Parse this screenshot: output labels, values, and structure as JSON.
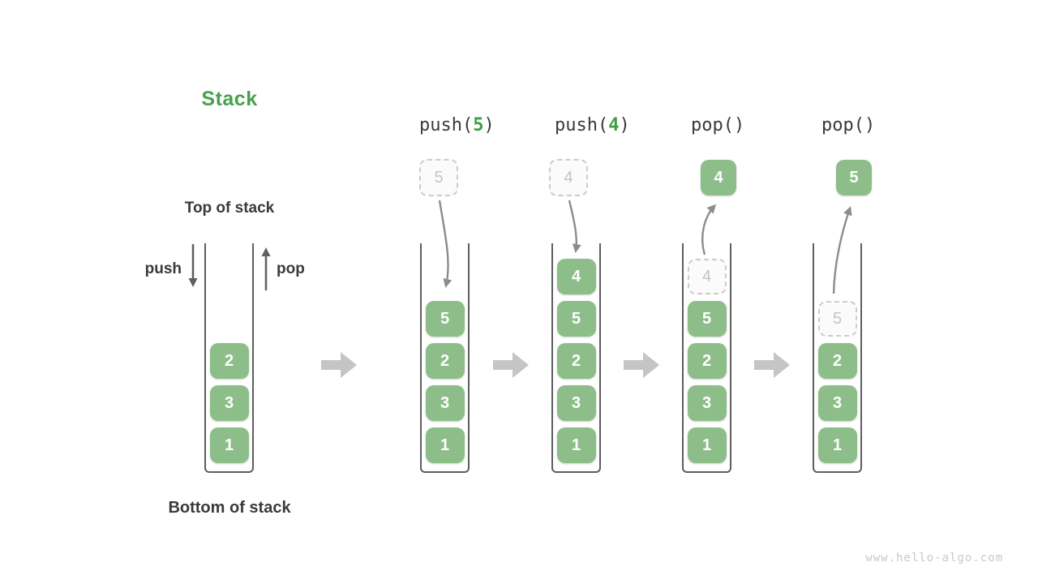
{
  "page": {
    "background": "#ffffff",
    "watermark": "www.hello-algo.com"
  },
  "colors": {
    "accent_green": "#46a24a",
    "box_green": "#8dbe89",
    "box_text": "#ffffff",
    "ghost_border": "#cccccc",
    "ghost_text": "#c4c4c4",
    "label_dark": "#3a3a3a",
    "curve_arrow_gray": "#8c8c8c",
    "block_arrow_gray": "#c5c5c5",
    "container_wall": "#5e5e5e",
    "watermark_gray": "#c9c9c9"
  },
  "diagram": {
    "title": "Stack",
    "top_label": "Top of stack",
    "bottom_label": "Bottom of stack",
    "push_label": "push",
    "pop_label": "pop",
    "operations": [
      {
        "pre": "push(",
        "arg": "5",
        "post": ")"
      },
      {
        "pre": "push(",
        "arg": "4",
        "post": ")"
      },
      {
        "pre": "pop(",
        "arg": "",
        "post": ")"
      },
      {
        "pre": "pop(",
        "arg": "",
        "post": ")"
      }
    ],
    "floating_values": [
      {
        "style": "ghost",
        "value": "5"
      },
      {
        "style": "ghost",
        "value": "4"
      },
      {
        "style": "solid",
        "value": "4"
      },
      {
        "style": "solid",
        "value": "5"
      }
    ],
    "stacks": [
      {
        "items": [
          {
            "style": "solid",
            "value": "2"
          },
          {
            "style": "solid",
            "value": "3"
          },
          {
            "style": "solid",
            "value": "1"
          }
        ]
      },
      {
        "items": [
          {
            "style": "solid",
            "value": "5"
          },
          {
            "style": "solid",
            "value": "2"
          },
          {
            "style": "solid",
            "value": "3"
          },
          {
            "style": "solid",
            "value": "1"
          }
        ]
      },
      {
        "items": [
          {
            "style": "solid",
            "value": "4"
          },
          {
            "style": "solid",
            "value": "5"
          },
          {
            "style": "solid",
            "value": "2"
          },
          {
            "style": "solid",
            "value": "3"
          },
          {
            "style": "solid",
            "value": "1"
          }
        ]
      },
      {
        "items": [
          {
            "style": "ghost",
            "value": "4"
          },
          {
            "style": "solid",
            "value": "5"
          },
          {
            "style": "solid",
            "value": "2"
          },
          {
            "style": "solid",
            "value": "3"
          },
          {
            "style": "solid",
            "value": "1"
          }
        ]
      },
      {
        "items": [
          {
            "style": "ghost",
            "value": "5"
          },
          {
            "style": "solid",
            "value": "2"
          },
          {
            "style": "solid",
            "value": "3"
          },
          {
            "style": "solid",
            "value": "1"
          }
        ]
      }
    ]
  }
}
